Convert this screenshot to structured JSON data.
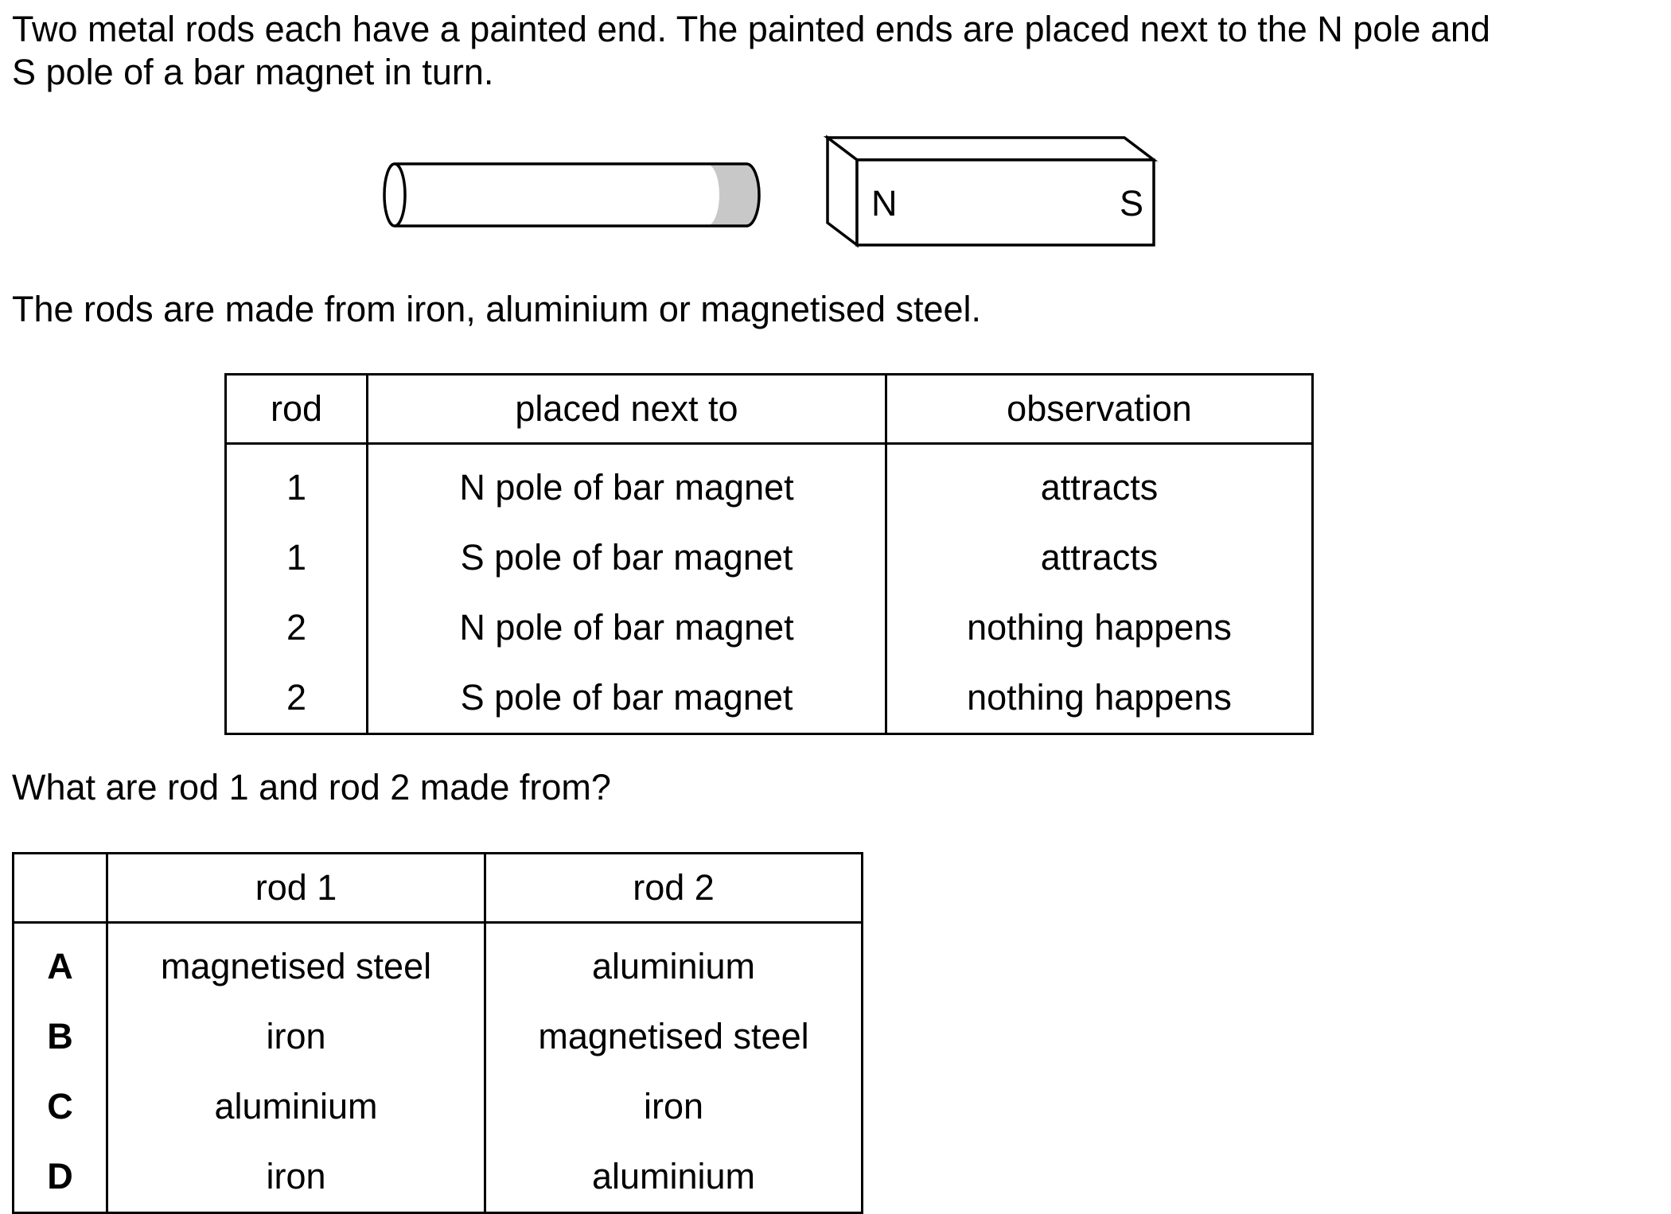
{
  "intro": {
    "line1": "Two metal rods each have a painted end. The painted ends are placed next to the N pole and",
    "line2": "S pole of a bar magnet in turn."
  },
  "diagram": {
    "magnet_n_label": "N",
    "magnet_s_label": "S",
    "painted_end_color": "#c8c8c8"
  },
  "materials_text": "The rods are made from iron, aluminium or magnetised steel.",
  "observations_table": {
    "headers": [
      "rod",
      "placed next to",
      "observation"
    ],
    "rows": [
      [
        "1",
        "N pole of bar magnet",
        "attracts"
      ],
      [
        "1",
        "S pole of bar magnet",
        "attracts"
      ],
      [
        "2",
        "N pole of bar magnet",
        "nothing happens"
      ],
      [
        "2",
        "S pole of bar magnet",
        "nothing happens"
      ]
    ]
  },
  "question": "What are rod 1 and rod 2 made from?",
  "options_table": {
    "headers": [
      "",
      "rod 1",
      "rod 2"
    ],
    "rows": [
      [
        "A",
        "magnetised steel",
        "aluminium"
      ],
      [
        "B",
        "iron",
        "magnetised steel"
      ],
      [
        "C",
        "aluminium",
        "iron"
      ],
      [
        "D",
        "iron",
        "aluminium"
      ]
    ]
  }
}
